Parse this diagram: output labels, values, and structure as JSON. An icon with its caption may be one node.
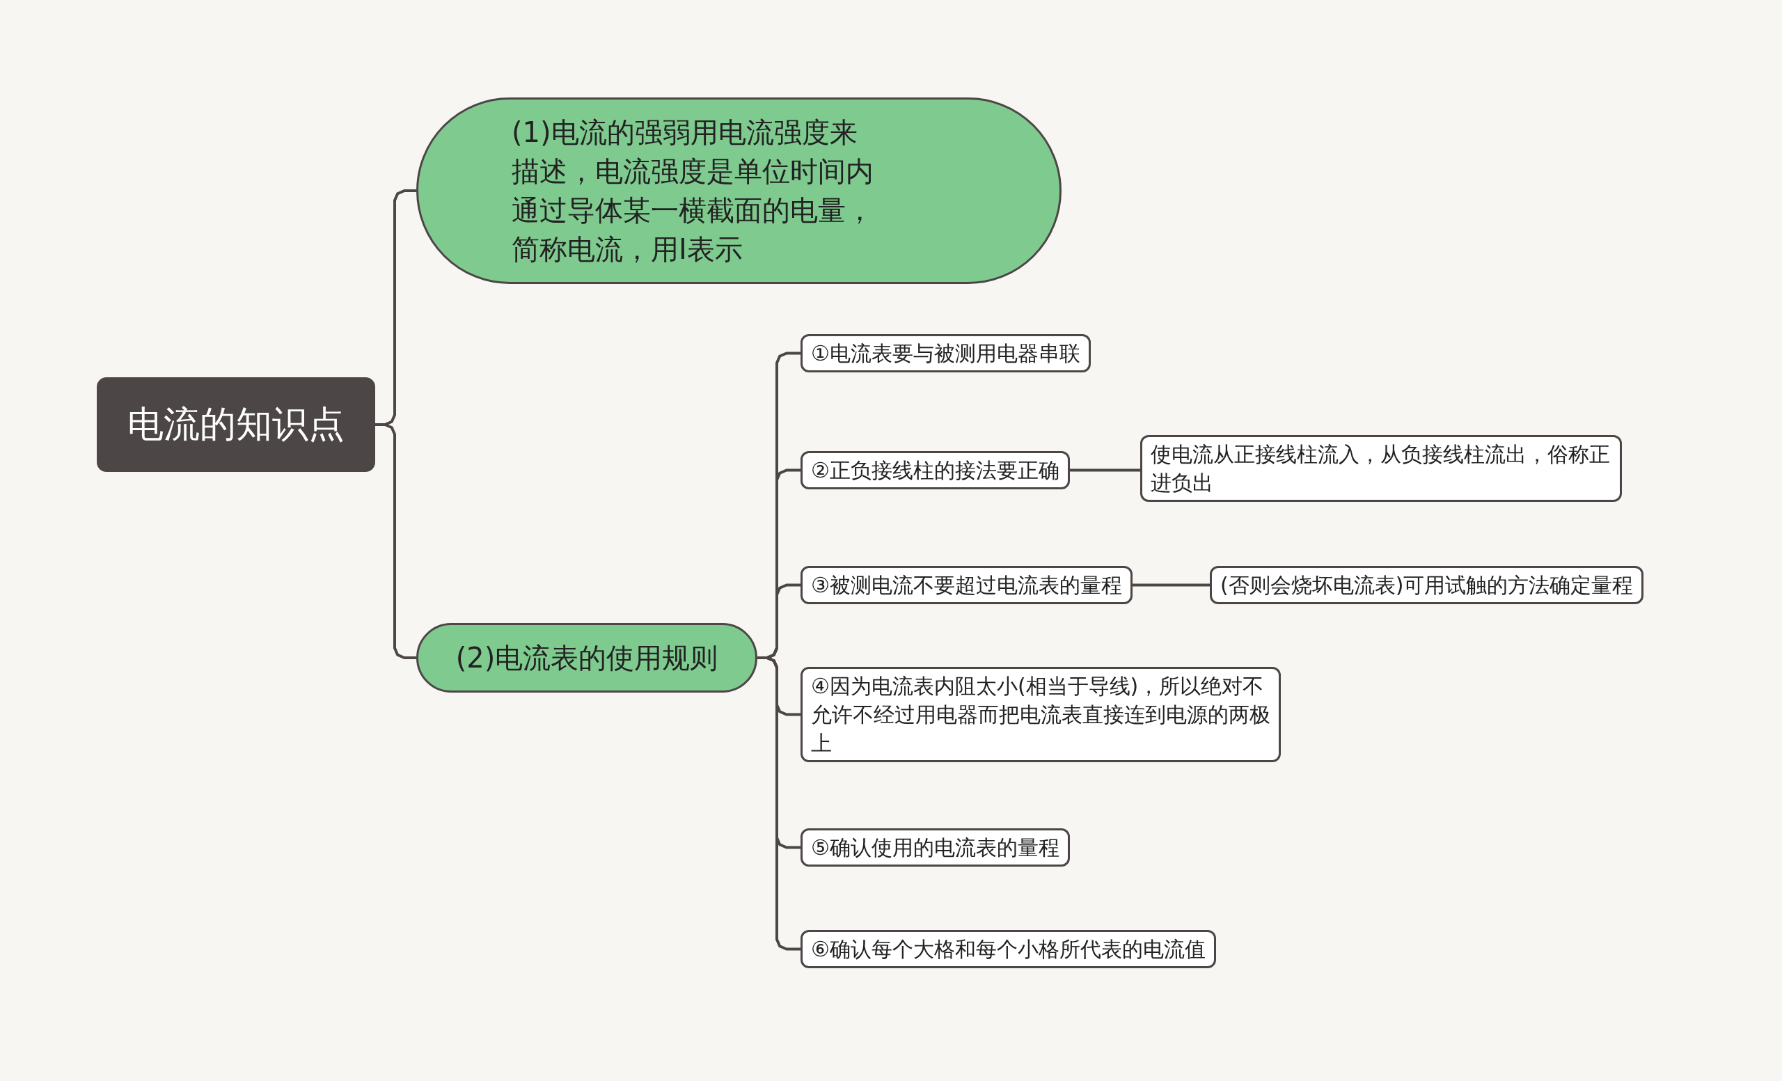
{
  "diagram": {
    "nodes": [
      {
        "text": [
          "电流的知识点"
        ]
      },
      {
        "text": [
          "(1)电流的强弱用电流强度来描述，电流强度是单位时间内通过导体某一横截面的电量，简称电流，用I表示"
        ]
      },
      {
        "text": [
          "(2)电流表的使用规则"
        ]
      },
      {
        "text": [
          "①电流表要与被测用电器串联"
        ]
      },
      {
        "text": [
          "②正负接线柱的接法要正确"
        ]
      },
      {
        "text": [
          "使电流从正接线柱流入，从负接线柱流出，俗称正进负出"
        ]
      },
      {
        "text": [
          "③被测电流不要超过电流表的量程"
        ]
      },
      {
        "text": [
          "(否则会烧坏电流表)可用试触的方法确定量程"
        ]
      },
      {
        "text": [
          "④因为电流表内阻太小(相当于导线)，所以绝对不允许不经过用电器而把电流表直接连到电源的两极上"
        ]
      },
      {
        "text": [
          "⑤确认使用的电流表的量程"
        ]
      },
      {
        "text": [
          "⑥确认每个大格和每个小格所代表的电流值"
        ]
      }
    ],
    "edges": [
      {
        "from": 0,
        "to": 1,
        "arrow": "none"
      },
      {
        "from": 0,
        "to": 2,
        "arrow": "none"
      },
      {
        "from": 2,
        "to": 3,
        "arrow": "none"
      },
      {
        "from": 2,
        "to": 4,
        "arrow": "none"
      },
      {
        "from": 4,
        "to": 5,
        "arrow": "none"
      },
      {
        "from": 2,
        "to": 6,
        "arrow": "none"
      },
      {
        "from": 6,
        "to": 7,
        "arrow": "none"
      },
      {
        "from": 2,
        "to": 8,
        "arrow": "none"
      },
      {
        "from": 2,
        "to": 9,
        "arrow": "none"
      },
      {
        "from": 2,
        "to": 10,
        "arrow": "none"
      }
    ]
  }
}
